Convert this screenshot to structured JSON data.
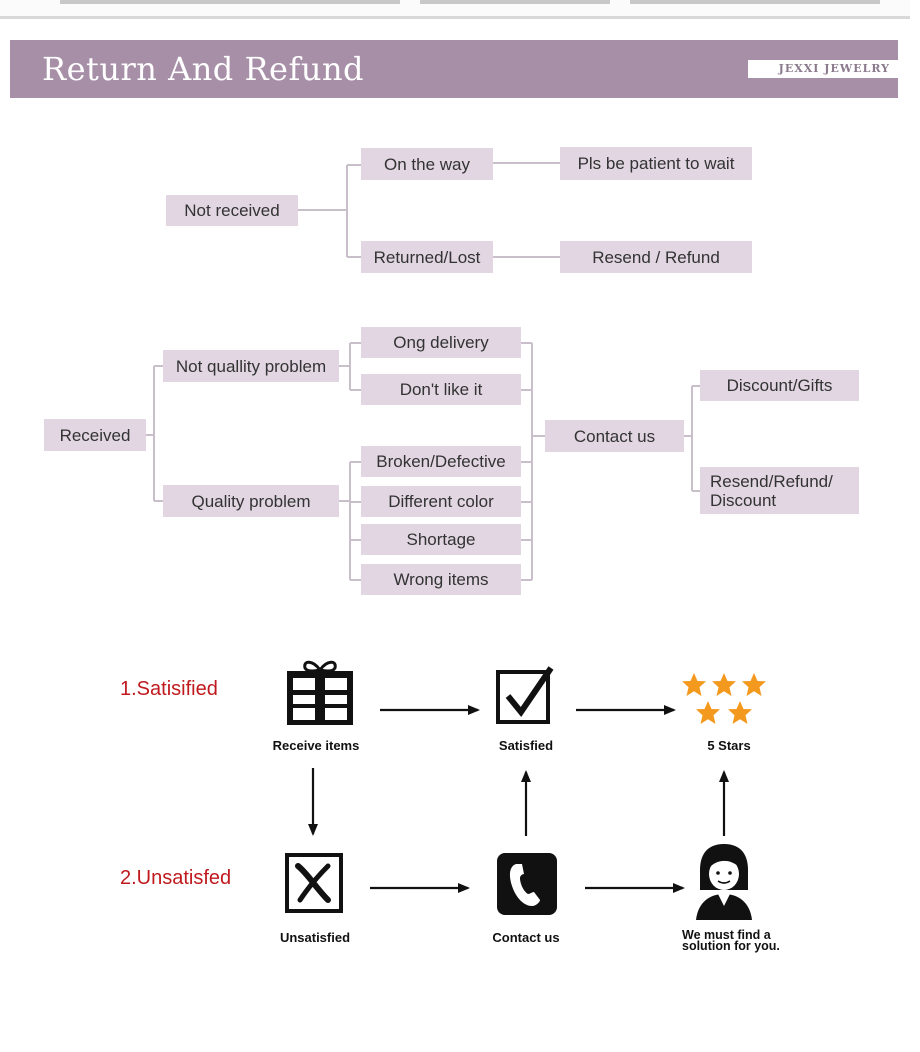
{
  "header": {
    "title": "Return And Refund",
    "brand": "JEXXI JEWELRY",
    "bg_color": "#a78fa8"
  },
  "flow_not_received": {
    "root": "Not received",
    "branch_1": "On the way",
    "branch_1_result": "Pls be patient to wait",
    "branch_2": "Returned/Lost",
    "branch_2_result": "Resend / Refund"
  },
  "flow_received": {
    "root": "Received",
    "not_quality": "Not quallity problem",
    "not_quality_items": [
      "Ong delivery",
      "Don't like it"
    ],
    "quality": "Quality problem",
    "quality_items": [
      "Broken/Defective",
      "Different color",
      "Shortage",
      "Wrong items"
    ],
    "contact": "Contact us",
    "outcome_1": "Discount/Gifts",
    "outcome_2": "Resend/Refund/\nDiscount"
  },
  "process": {
    "satisfied_label": "1.Satisified",
    "unsatisfied_label": "2.Unsatisfed",
    "label_color": "#c0191e",
    "star_color": "#f39a1e",
    "steps": {
      "receive": {
        "caption": "Receive items",
        "icon": "gift-icon"
      },
      "satisfied": {
        "caption": "Satisfied",
        "icon": "checkbox-check-icon"
      },
      "stars": {
        "caption": "5 Stars",
        "icon": "five-stars-icon"
      },
      "unsatisfied": {
        "caption": "Unsatisfied",
        "icon": "x-box-icon"
      },
      "contact": {
        "caption": "Contact us",
        "icon": "phone-icon"
      },
      "solution": {
        "caption": "We must find a solution for you.",
        "icon": "support-agent-icon"
      }
    }
  },
  "node_color": "#e1d6e2",
  "line_color": "#c9bfca"
}
